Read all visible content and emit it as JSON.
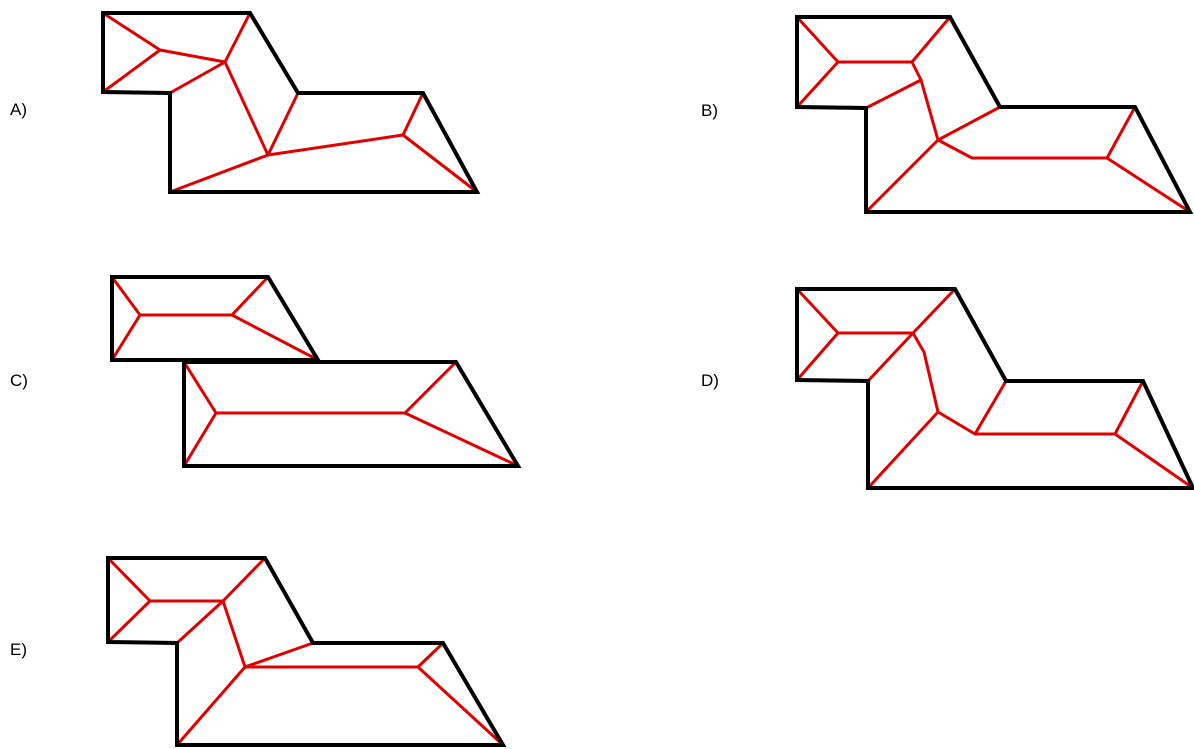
{
  "colors": {
    "outline": "#000000",
    "skeleton": "#e00000",
    "background": "#ffffff"
  },
  "options": [
    {
      "id": "a",
      "label": "A)"
    },
    {
      "id": "b",
      "label": "B)"
    },
    {
      "id": "c",
      "label": "C)"
    },
    {
      "id": "d",
      "label": "D)"
    },
    {
      "id": "e",
      "label": "E)"
    }
  ]
}
